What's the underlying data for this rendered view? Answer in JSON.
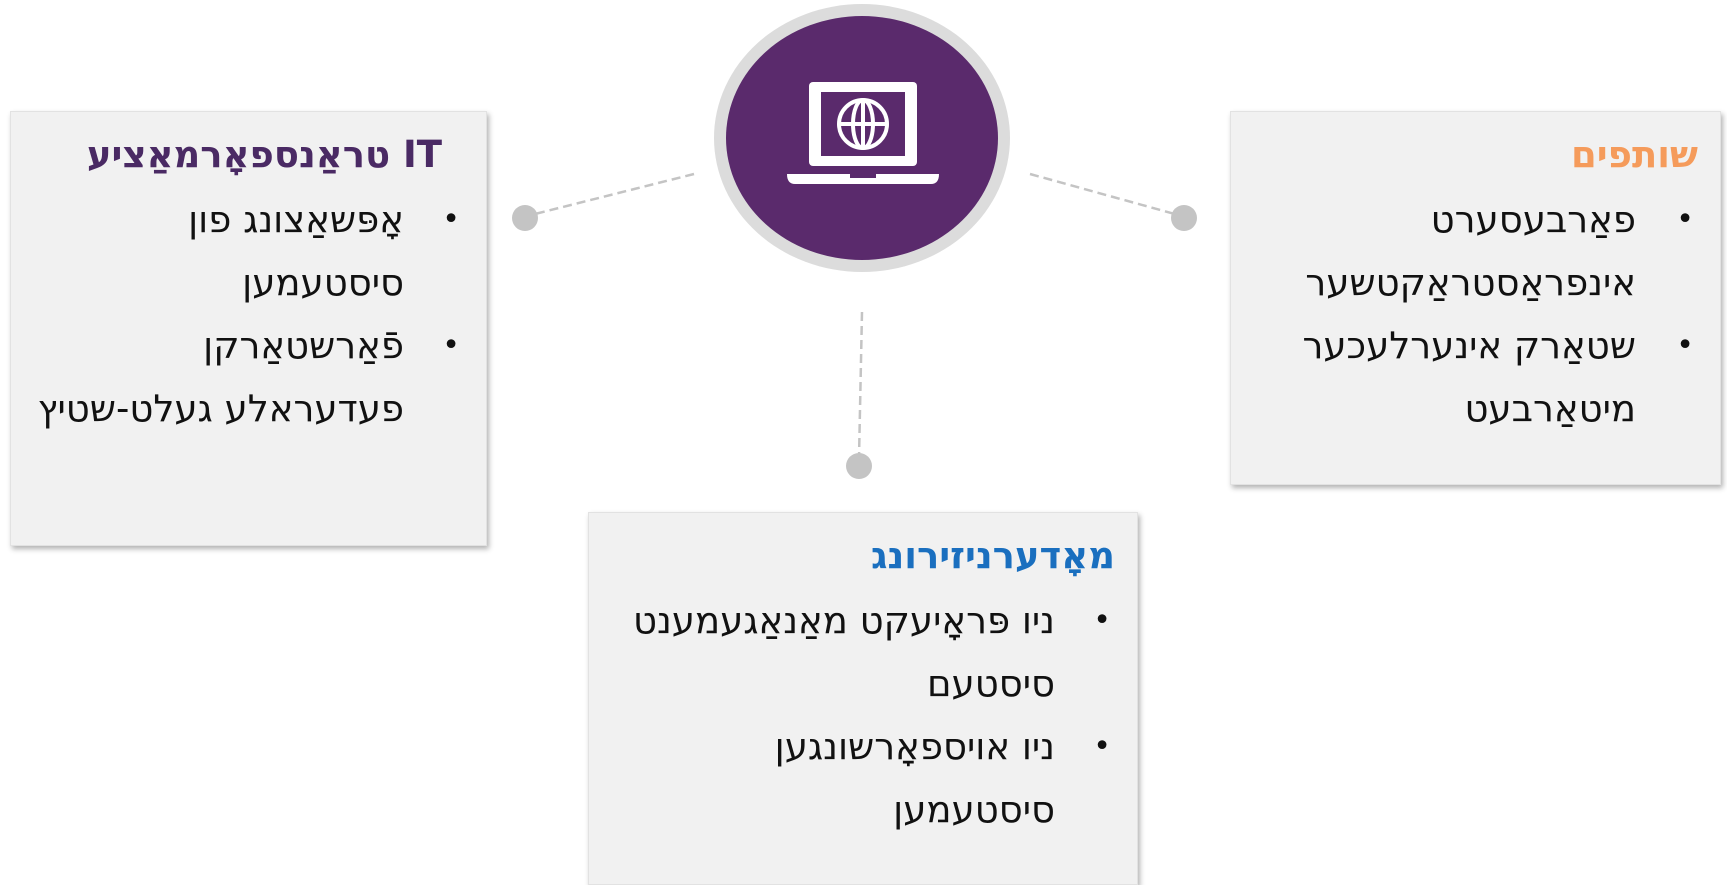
{
  "colors": {
    "hub_ring": "#dcdcdc",
    "hub_fill": "#5a2a6c",
    "card_background": "#f1f1f1",
    "connector": "#c4c4c4",
    "partners_title": "#f59b5b",
    "it_title": "#4a2a64",
    "modern_title": "#1a6fbf"
  },
  "hub": {
    "icon": "laptop-globe-icon"
  },
  "cards": {
    "partners": {
      "title": "שותפים",
      "items": [
        "פאַרבעסערט אינפראַסטראַקטשער",
        "שטאַרק אינערלעכער מיטאַרבעט"
      ]
    },
    "it": {
      "title": "IT טראַנספאָרמאַציע",
      "items": [
        "אָפּשאַצונג פון סיסטעמען",
        "פֿאַרשטאַרקן פעדעראלע געלט-שטיץ"
      ]
    },
    "modern": {
      "title": "מאָדערניזירונג",
      "items": [
        "ניו פּראָיעקט מאַנאַגעמענט סיסטעם",
        "ניו אויספאָרשונגען סיסטעמען"
      ]
    }
  },
  "bullet_glyph": "•"
}
